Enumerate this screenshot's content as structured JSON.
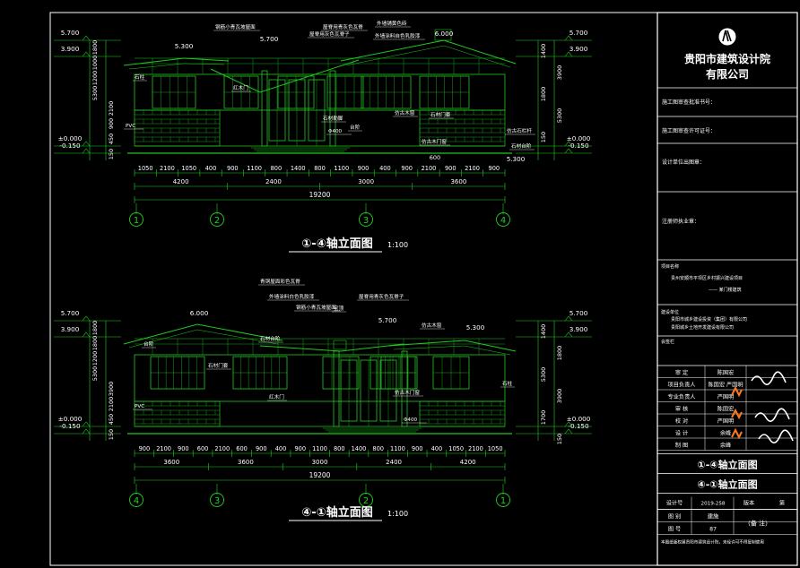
{
  "colors": {
    "background": "#000000",
    "frame": "#ffffff",
    "drawing": "#22c722",
    "dimension": "#20d020",
    "annotation": "#ffffff",
    "logo_bg": "#000000",
    "signature_orange": "#ff7a1a"
  },
  "title_block": {
    "company_line1": "贵阳市建筑设计院",
    "company_line2": "有限公司",
    "construction_approval": "施工图审查批准书号：",
    "construction_license": "施工图审查许可证号：",
    "designer_cert": "设计单位出图章：",
    "registered_cert": "注册师执业章：",
    "project_label": "项目名称",
    "project_name": "贵州安顺市平坝区乡村振兴建设项目",
    "project_sub": "—— 某门楼建筑",
    "owner_label": "建设单位",
    "owner_line1": "贵阳市城乡建设投资（集团）有限公司",
    "owner_line2": "贵阳城乡土地开发建设有限公司",
    "stamp_label": "会签栏",
    "roles": [
      {
        "role": "审  定",
        "name": "陈国宏"
      },
      {
        "role": "项目负责人",
        "name": "陈国宏  严国明"
      },
      {
        "role": "专业负责人",
        "name": "严国明"
      },
      {
        "role": "审  核",
        "name": "陈国宏"
      },
      {
        "role": "校  对",
        "name": "严国明"
      },
      {
        "role": "设  计",
        "name": "余峰"
      },
      {
        "role": "制  图",
        "name": "余峰"
      }
    ],
    "sheet_title_1": "①-④轴立面图",
    "sheet_title_2": "④-①轴立面图",
    "design_no_label": "设计号",
    "design_no": "2019-258",
    "version_label": "版本",
    "version_value": "第",
    "sheet_label": "图  别",
    "sheet_value": "建施",
    "page_label": "图  号",
    "page_value": "87",
    "note_value": "（备 注）",
    "footer_note": "本图纸版权属贵阳市建筑设计院，未经许可不得复制使用"
  },
  "elevation_top": {
    "title": "①-④轴立面图",
    "scale": "1:100",
    "axes": [
      "1",
      "2",
      "3",
      "4"
    ],
    "level_labels_left": [
      "5.700",
      "3.900",
      "±0.000",
      "-0.150"
    ],
    "level_labels_right": [
      "5.700",
      "3.900",
      "±0.000",
      "-0.150"
    ],
    "level_mid": [
      "5.300",
      "5.700",
      "6.000",
      "5.300"
    ],
    "vert_dims_left": [
      "1800",
      "1000",
      "1200",
      "5300",
      "2100",
      "900",
      "450",
      "150"
    ],
    "vert_dims_right": [
      "1400",
      "3900",
      "1800",
      "5300",
      "150"
    ],
    "dim_row1": [
      "1050",
      "2100",
      "1050",
      "400",
      "900",
      "1100",
      "800",
      "1400",
      "800",
      "1100",
      "900",
      "400",
      "900",
      "2100",
      "900",
      "2100",
      "900"
    ],
    "dim_row2": [
      "4200",
      "2400",
      "3000",
      "3600"
    ],
    "dim_total": "19200",
    "misc_dim": "600",
    "annotations": [
      "钢筋小青瓦坡屋面",
      "屋脊用青灰色瓦脊",
      "外墙铺黄色砖",
      "外墙涂料自色乳胶漆",
      "屋脊用灰色瓦脊子",
      "红木门",
      "仿古木窗",
      "台阶",
      "石材勒脚",
      "Φ400",
      "仿古木门窗",
      "石材门套",
      "PVC",
      "仿古石栏杆",
      "石柱",
      "石材台阶"
    ]
  },
  "elevation_bottom": {
    "title": "④-①轴立面图",
    "scale": "1:100",
    "axes": [
      "4",
      "3",
      "2",
      "1"
    ],
    "level_labels_left": [
      "5.700",
      "3.900",
      "±0.000",
      "-0.150"
    ],
    "level_labels_right": [
      "5.700",
      "3.900",
      "±0.000",
      "-0.150"
    ],
    "level_mid": [
      "6.000",
      "5.700",
      "5.300"
    ],
    "vert_dims_left": [
      "1800",
      "1800",
      "1200",
      "5300",
      "3900",
      "2100",
      "450",
      "150"
    ],
    "vert_dims_right": [
      "1400",
      "1800",
      "5300",
      "3900",
      "1700",
      "150"
    ],
    "dim_row1": [
      "900",
      "2100",
      "900",
      "600",
      "2100",
      "600",
      "900",
      "400",
      "900",
      "1100",
      "800",
      "1400",
      "800",
      "1100",
      "900",
      "400",
      "1050",
      "2100",
      "1050"
    ],
    "dim_row2": [
      "3600",
      "3600",
      "3000",
      "2400",
      "4200"
    ],
    "dim_total": "19200",
    "annotations": [
      "青铜屋面彩色瓦脊",
      "外墙涂料白色乳胶漆",
      "钢筋小青瓦坡屋面",
      "屋脊用青灰色瓦脊子",
      "宝顶",
      "仿古木窗",
      "石材门套",
      "仿古木门窗",
      "PVC",
      "红木门",
      "Φ400",
      "石材台阶",
      "台阶",
      "石柱"
    ]
  }
}
